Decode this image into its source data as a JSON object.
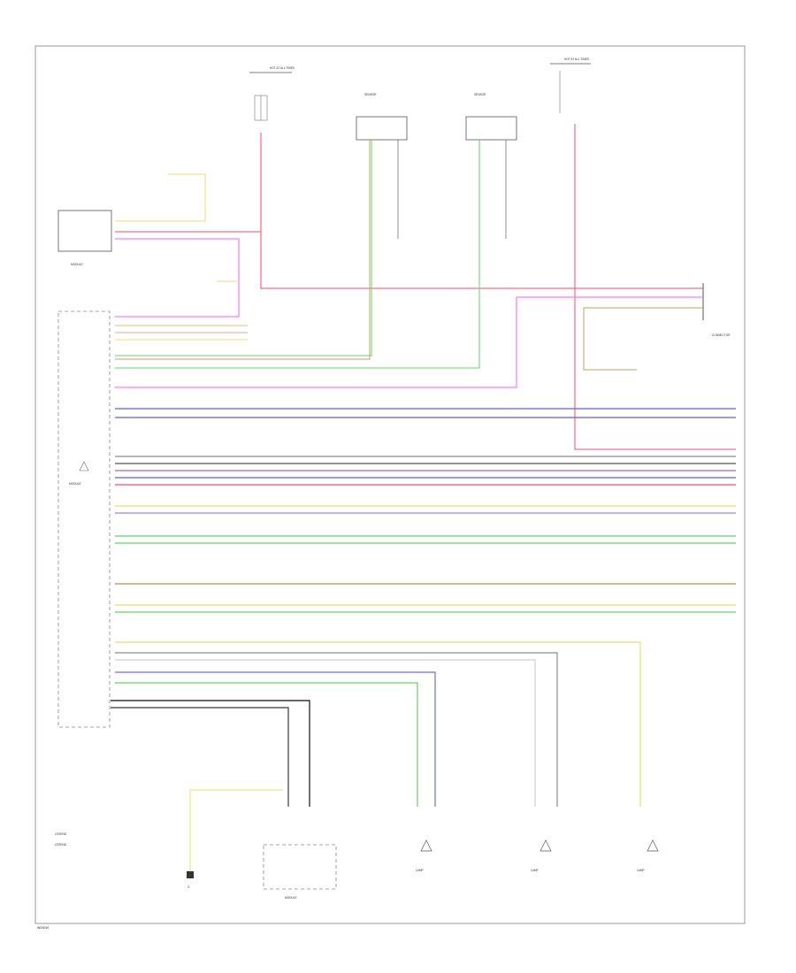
{
  "colors": {
    "frame": "#999999",
    "label": "#333333",
    "red": "#ff4a6a",
    "pink": "#ff5aff",
    "yellow": "#e8e070",
    "green": "#5fd85f",
    "blue": "#5a5aff",
    "tan": "#c8a060",
    "gray": "#8c8c8c",
    "black": "#333333",
    "white": "#cfcfcf",
    "violet": "#9a6ad0"
  },
  "labels": {
    "fuse_panel_left": "HOT AT ALL TIMES",
    "fuse_panel_right": "HOT AT ALL TIMES",
    "sensor_1": "SENSOR",
    "sensor_2": "SENSOR",
    "left_module": "MODULE",
    "central_module": "MODULE",
    "bottom_module": "MODULE",
    "ground": "G",
    "lamp_1": "LAMP",
    "lamp_2": "LAMP",
    "lamp_3": "LAMP",
    "right_connector": "CONNECTOR",
    "footer_code": "WD0010",
    "legend_1": "LEGEND",
    "legend_2": "LEGEND"
  },
  "wires": [
    {
      "name": "wire-left-red-feed",
      "color": "red"
    },
    {
      "name": "wire-right-red-feed",
      "color": "red"
    },
    {
      "name": "wire-pink",
      "color": "pink"
    },
    {
      "name": "wire-green-1",
      "color": "green"
    },
    {
      "name": "wire-green-2",
      "color": "green"
    },
    {
      "name": "wire-tan",
      "color": "tan"
    },
    {
      "name": "wire-blue-bus-1",
      "color": "blue"
    },
    {
      "name": "wire-blue-bus-2",
      "color": "blue"
    },
    {
      "name": "wire-gray-bus",
      "color": "gray"
    },
    {
      "name": "wire-yellow-bus",
      "color": "yellow"
    },
    {
      "name": "wire-green-bus",
      "color": "green"
    },
    {
      "name": "wire-brown-bus",
      "color": "tan"
    },
    {
      "name": "wire-lower-runs",
      "color": "gray"
    }
  ]
}
